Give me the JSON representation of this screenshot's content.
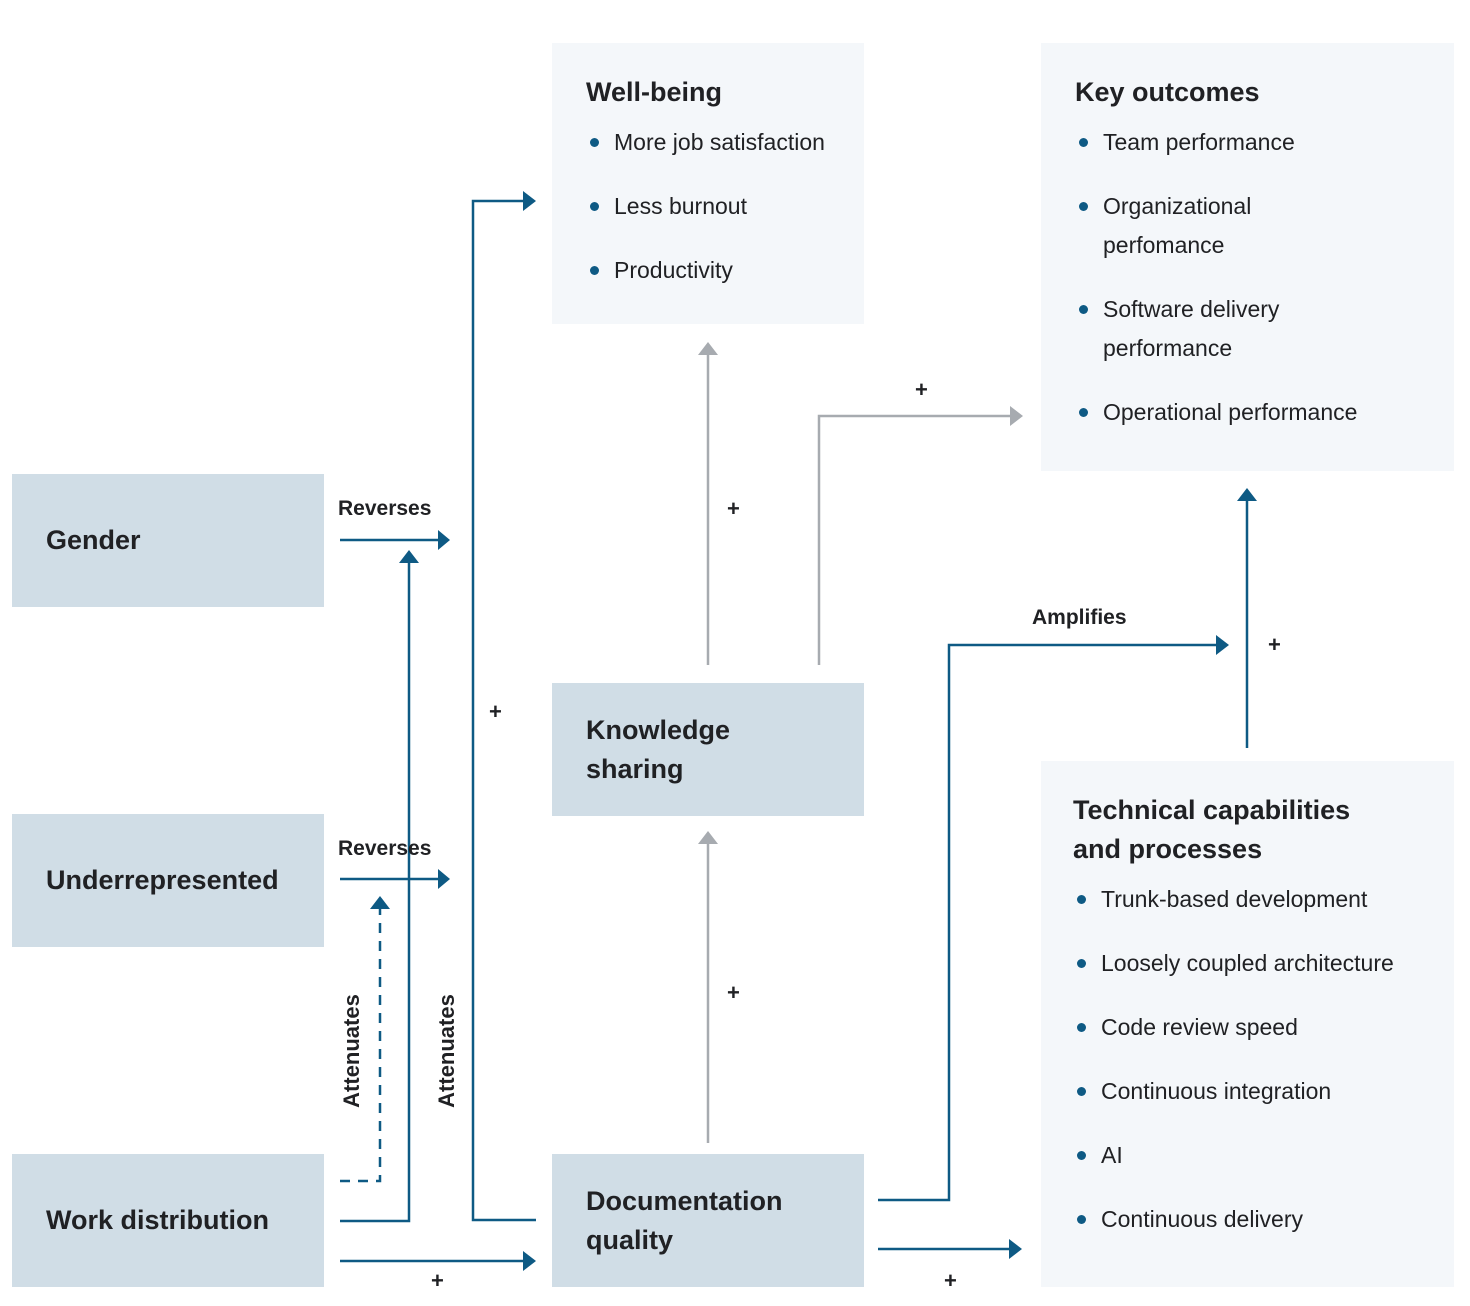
{
  "nodes": {
    "gender": "Gender",
    "underrepresented": "Underrepresented",
    "work_distribution": "Work distribution",
    "knowledge_sharing": "Knowledge sharing",
    "documentation_quality": "Documentation quality"
  },
  "wellbeing": {
    "title": "Well-being",
    "items": [
      "More job satisfaction",
      "Less burnout",
      "Productivity"
    ]
  },
  "key_outcomes": {
    "title": "Key outcomes",
    "items": [
      "Team performance",
      "Organizational perfomance",
      "Software delivery performance",
      "Operational performance"
    ]
  },
  "technical": {
    "title": "Technical capabilities and processes",
    "items": [
      "Trunk-based development",
      "Loosely coupled architecture",
      "Code review speed",
      "Continuous integration",
      "AI",
      "Continuous delivery"
    ]
  },
  "edge_labels": {
    "reverses_gender": "Reverses",
    "reverses_underrepresented": "Reverses",
    "amplifies": "Amplifies",
    "attenuates_dashed": "Attenuates",
    "attenuates_solid": "Attenuates",
    "plus": "+"
  },
  "colors": {
    "dark_box": "#d0dde6",
    "light_box": "#f4f7fa",
    "blue_arrow": "#0e5a84",
    "gray_arrow": "#a7abb0",
    "bullet": "#0e5a84"
  }
}
